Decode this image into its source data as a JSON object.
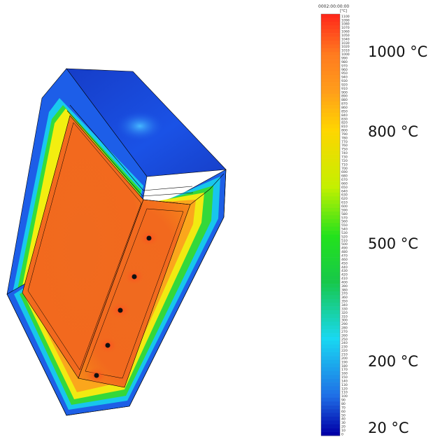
{
  "timestamp": "0002:00:00:00",
  "scale_unit": "[°C]",
  "scale": {
    "min": 0,
    "max": 1100,
    "step": 10,
    "colors": {
      "c0": "#0000a8",
      "c100": "#1f6fe6",
      "c250": "#19d8f2",
      "c400": "#17c84a",
      "c520": "#23e21c",
      "c650": "#c4f000",
      "c800": "#ffd500",
      "c900": "#ff9e1a",
      "c1000": "#ff7a1f",
      "c1100": "#ff2a1a"
    }
  },
  "labels": {
    "t1000": "1000 °C",
    "t800": "800 °C",
    "t500": "500 °C",
    "t200": "200 °C",
    "t20": "20 °C"
  },
  "model": {
    "top_color": "#1a47e0",
    "hot_face_color": "#f2691e",
    "edge_color": "#000000"
  }
}
